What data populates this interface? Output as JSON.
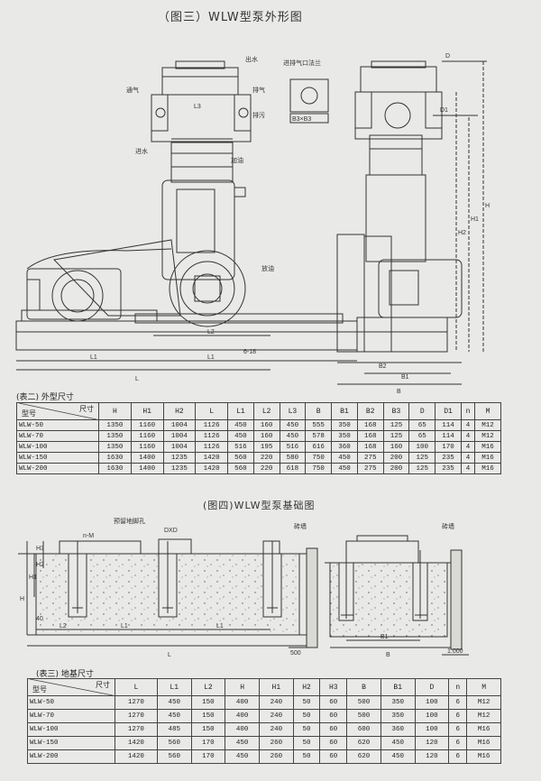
{
  "fig3": {
    "title": "（图三）WLW型泵外形图",
    "labels": {
      "outlet_water": "出水",
      "inlet_port": "进排气口法兰",
      "vent": "通气",
      "exhaust": "排气",
      "drain": "排污",
      "inlet_water": "进水",
      "oil_add": "加油",
      "oil_drain": "放油",
      "bxb": "B3×B3",
      "l1": "L1",
      "l2": "L2",
      "l3": "L3",
      "l": "L",
      "b": "B",
      "b1": "B1",
      "b2": "B2",
      "h": "H",
      "h1": "H1",
      "h2": "H2",
      "d": "D",
      "d1": "D1",
      "n_d": "6-18"
    }
  },
  "table2": {
    "caption": "(表二) 外型尺寸",
    "head_model": "型号",
    "head_dim": "尺寸",
    "columns": [
      "H",
      "H1",
      "H2",
      "L",
      "L1",
      "L2",
      "L3",
      "B",
      "B1",
      "B2",
      "B3",
      "D",
      "D1",
      "n",
      "M"
    ],
    "rows": [
      {
        "model": "WLW-50",
        "cells": [
          "1350",
          "1160",
          "1004",
          "1126",
          "450",
          "160",
          "450",
          "555",
          "350",
          "168",
          "125",
          "65",
          "114",
          "4",
          "M12"
        ]
      },
      {
        "model": "WLW-70",
        "cells": [
          "1350",
          "1160",
          "1004",
          "1126",
          "450",
          "160",
          "450",
          "578",
          "350",
          "168",
          "125",
          "65",
          "114",
          "4",
          "M12"
        ]
      },
      {
        "model": "WLW-100",
        "cells": [
          "1350",
          "1160",
          "1004",
          "1126",
          "516",
          "195",
          "516",
          "616",
          "360",
          "168",
          "160",
          "100",
          "170",
          "4",
          "M16"
        ]
      },
      {
        "model": "WLW-150",
        "cells": [
          "1630",
          "1400",
          "1235",
          "1420",
          "560",
          "220",
          "580",
          "750",
          "450",
          "275",
          "200",
          "125",
          "235",
          "4",
          "M16"
        ]
      },
      {
        "model": "WLW-200",
        "cells": [
          "1630",
          "1400",
          "1235",
          "1420",
          "560",
          "220",
          "618",
          "750",
          "450",
          "275",
          "200",
          "125",
          "235",
          "4",
          "M16"
        ]
      }
    ]
  },
  "fig4": {
    "title": "(图四)WLW型泵基础图",
    "labels": {
      "anchor_bolt": "预留地脚孔",
      "dxd": "DXD",
      "n_m": "n-M",
      "wall": "砖墙",
      "h": "H",
      "h1": "H1",
      "h2": "H2",
      "h3": "H3",
      "l": "L",
      "l1": "L1",
      "l2": "L2",
      "b": "B",
      "b1": "B1",
      "d40": "40",
      "w500": "500",
      "w1000": "1.000"
    }
  },
  "table3": {
    "caption": "(表三) 地基尺寸",
    "head_model": "型号",
    "head_dim": "尺寸",
    "columns": [
      "L",
      "L1",
      "L2",
      "H",
      "H1",
      "H2",
      "H3",
      "B",
      "B1",
      "D",
      "n",
      "M"
    ],
    "rows": [
      {
        "model": "WLW-50",
        "cells": [
          "1270",
          "450",
          "150",
          "400",
          "240",
          "50",
          "60",
          "500",
          "350",
          "100",
          "6",
          "M12"
        ]
      },
      {
        "model": "WLW-70",
        "cells": [
          "1270",
          "450",
          "150",
          "400",
          "240",
          "50",
          "60",
          "500",
          "350",
          "100",
          "6",
          "M12"
        ]
      },
      {
        "model": "WLW-100",
        "cells": [
          "1270",
          "485",
          "150",
          "400",
          "240",
          "50",
          "60",
          "600",
          "360",
          "100",
          "6",
          "M16"
        ]
      },
      {
        "model": "WLW-150",
        "cells": [
          "1420",
          "560",
          "170",
          "450",
          "260",
          "50",
          "60",
          "620",
          "450",
          "120",
          "6",
          "M16"
        ]
      },
      {
        "model": "WLW-200",
        "cells": [
          "1420",
          "560",
          "170",
          "450",
          "260",
          "50",
          "60",
          "620",
          "450",
          "120",
          "6",
          "M16"
        ]
      }
    ]
  }
}
